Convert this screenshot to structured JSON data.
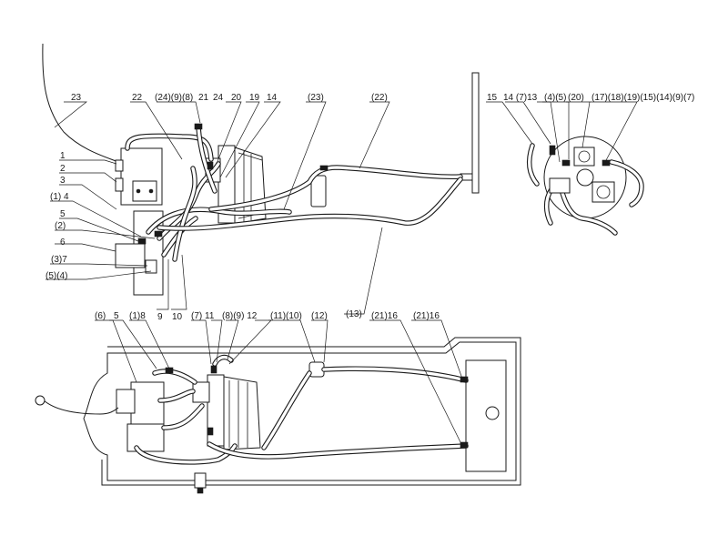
{
  "upper_view": {
    "labels": [
      {
        "id": "u23a",
        "text": "23"
      },
      {
        "id": "u22",
        "text": "22"
      },
      {
        "id": "u24_9_8",
        "text": "(24)(9)(8)"
      },
      {
        "id": "u21",
        "text": "21"
      },
      {
        "id": "u24",
        "text": "24"
      },
      {
        "id": "u20",
        "text": "20"
      },
      {
        "id": "u19",
        "text": "19"
      },
      {
        "id": "u14",
        "text": "14"
      },
      {
        "id": "u23b",
        "text": "(23)"
      },
      {
        "id": "u22b",
        "text": "(22)"
      },
      {
        "id": "u1",
        "text": "1"
      },
      {
        "id": "u2",
        "text": "2"
      },
      {
        "id": "u3",
        "text": "3"
      },
      {
        "id": "u1_4",
        "text": "(1) 4"
      },
      {
        "id": "u5",
        "text": "5"
      },
      {
        "id": "u2b",
        "text": "(2)"
      },
      {
        "id": "u6",
        "text": "6"
      },
      {
        "id": "u3_7",
        "text": "(3)7"
      },
      {
        "id": "u5_4",
        "text": "(5)(4)"
      },
      {
        "id": "u9",
        "text": "9"
      },
      {
        "id": "u10",
        "text": "10"
      },
      {
        "id": "u13b",
        "text": "(13)"
      }
    ]
  },
  "detail_view": {
    "labels": [
      {
        "id": "d15",
        "text": "15"
      },
      {
        "id": "d14_7_13",
        "text": "14 (7)13"
      },
      {
        "id": "d4_5",
        "text": "(4)(5)"
      },
      {
        "id": "d20",
        "text": "(20)"
      },
      {
        "id": "d17_7",
        "text": "(17)(18)(19)(15)(14)(9)(7)"
      }
    ]
  },
  "lower_view": {
    "labels": [
      {
        "id": "l6",
        "text": "(6)"
      },
      {
        "id": "l5",
        "text": "5"
      },
      {
        "id": "l1_8",
        "text": "(1)8"
      },
      {
        "id": "l7_11",
        "text": "(7) 11"
      },
      {
        "id": "l8_9_12",
        "text": "(8)(9) 12"
      },
      {
        "id": "l11_10",
        "text": "(11)(10)"
      },
      {
        "id": "l12",
        "text": "(12)"
      },
      {
        "id": "l21_16a",
        "text": "(21)16"
      },
      {
        "id": "l21_16b",
        "text": "(21)16"
      }
    ]
  }
}
